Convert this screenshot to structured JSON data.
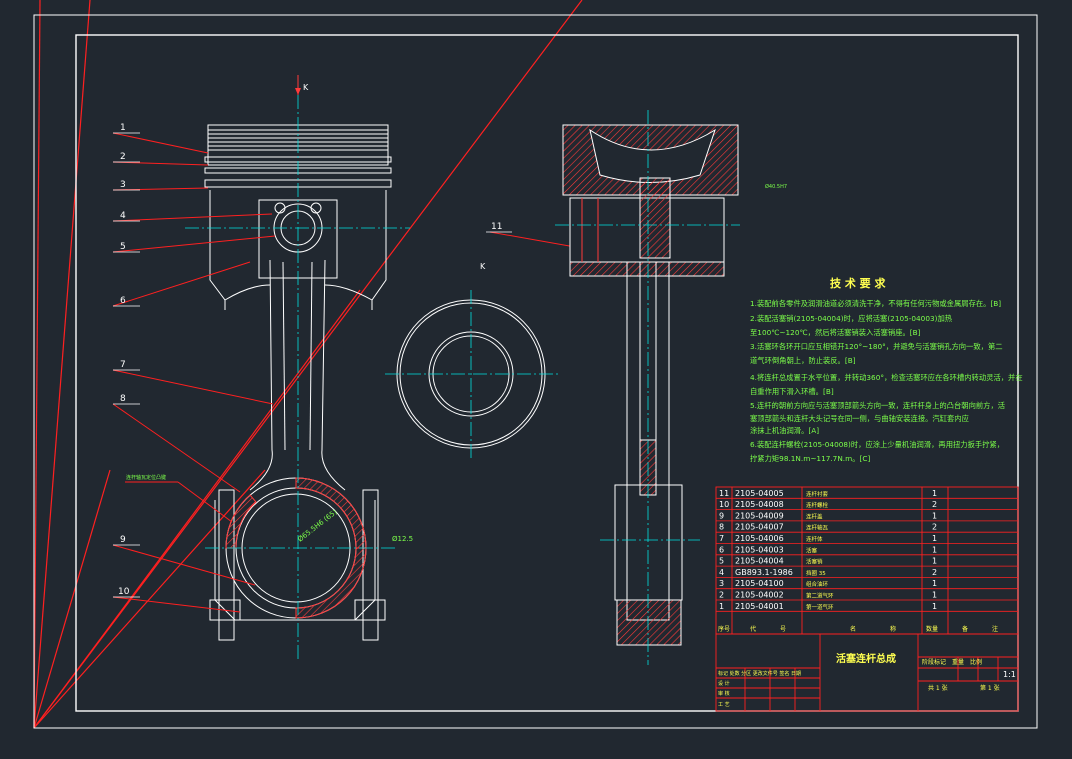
{
  "view_labels": {
    "top": "K",
    "section": "K"
  },
  "balloons": [
    "1",
    "2",
    "3",
    "4",
    "5",
    "6",
    "7",
    "8",
    "9",
    "10",
    "11"
  ],
  "dimensions": {
    "bore": "Ø40.5H7",
    "big_end_bore": "Ø65.5H6 (65)",
    "width": "Ø12.5",
    "left_note": "连杆轴瓦定位凸键"
  },
  "tech_requirements": {
    "title": "技 术 要 求",
    "lines": [
      "1.装配前各零件及润滑油道必须清洗干净，不得有任何污物或金属屑存在。[B]",
      "2.装配活塞销(2105-04004)时，应将活塞(2105-04003)加热",
      "   至100℃~120℃，然后将活塞销装入活塞销座。[B]",
      "3.活塞环各环开口应互相错开120°~180°，并避免与活塞销孔方向一致，第二",
      "   道气环倒角朝上，防止装反。[B]",
      "4.将连杆总成置于水平位置，并转动360°，检查活塞环应在各环槽内转动灵活，并在",
      "   自重作用下滑入环槽。[B]",
      "5.连杆的朝前方向应与活塞顶部箭头方向一致，连杆杆身上的凸台朝向前方，活",
      "   塞顶部箭头和连杆大头记号在同一侧，与曲轴安装连接。汽缸套内应",
      "   涂抹上机油润滑。[A]",
      "6.装配连杆螺栓(2105-04008)时，应涂上少量机油润滑，再用扭力扳手拧紧，",
      "   拧紧力矩98.1N.m~117.7N.m。[C]"
    ]
  },
  "parts_list": {
    "rows": [
      {
        "no": "11",
        "code": "2105-04005",
        "name": "连杆衬套",
        "qty": "1"
      },
      {
        "no": "10",
        "code": "2105-04008",
        "name": "连杆螺栓",
        "qty": "2"
      },
      {
        "no": "9",
        "code": "2105-04009",
        "name": "连杆盖",
        "qty": "1"
      },
      {
        "no": "8",
        "code": "2105-04007",
        "name": "连杆轴瓦",
        "qty": "2"
      },
      {
        "no": "7",
        "code": "2105-04006",
        "name": "连杆体",
        "qty": "1"
      },
      {
        "no": "6",
        "code": "2105-04003",
        "name": "活塞",
        "qty": "1"
      },
      {
        "no": "5",
        "code": "2105-04004",
        "name": "活塞销",
        "qty": "1"
      },
      {
        "no": "4",
        "code": "GB893.1-1986",
        "name": "挡圈 35",
        "qty": "2"
      },
      {
        "no": "3",
        "code": "2105-04100",
        "name": "组合油环",
        "qty": "1"
      },
      {
        "no": "2",
        "code": "2105-04002",
        "name": "第二道气环",
        "qty": "1"
      },
      {
        "no": "1",
        "code": "2105-04001",
        "name": "第一道气环",
        "qty": "1"
      }
    ],
    "headers": [
      "序号",
      "代",
      "号",
      "名",
      "称",
      "数量",
      "备",
      "注"
    ]
  },
  "title_block": {
    "drawing_title": "活塞连杆总成",
    "scale": "1:1",
    "sheet_label": "共 1 张",
    "sheet_no": "第 1 张",
    "scale_headers": [
      "阶段标记",
      "重量",
      "比例"
    ],
    "sign_rows": [
      "标记 处数 分区 更改文件号 签名 日期",
      "设 计",
      "审 核",
      "工 艺"
    ]
  },
  "colors": {
    "background": "#212830",
    "outline": "#ffffff",
    "center": "#00e0e0",
    "hatch": "#ff3a3a",
    "leader": "#ff2020",
    "text_green": "#7cff4a",
    "text_yellow": "#ffff50"
  }
}
